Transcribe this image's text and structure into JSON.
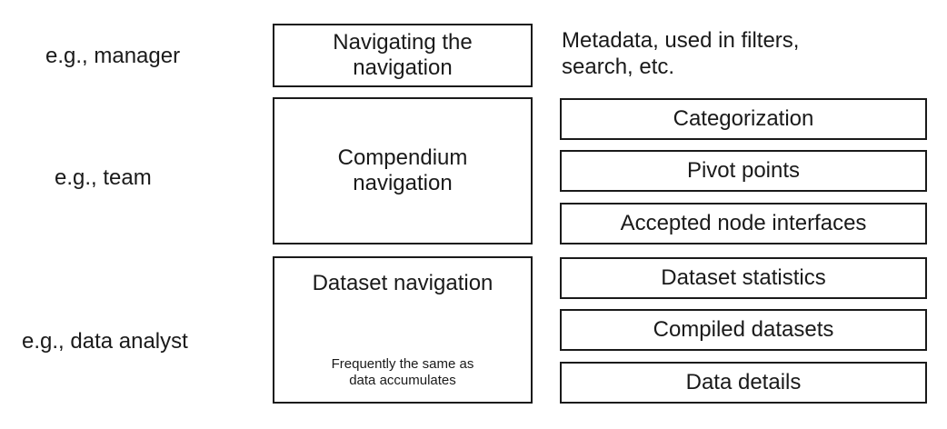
{
  "roles": [
    {
      "label": "e.g., manager"
    },
    {
      "label": "e.g., team"
    },
    {
      "label": "e.g., data analyst"
    }
  ],
  "levels": {
    "top": {
      "label": "Navigating the\nnavigation",
      "metadata": "Metadata, used in filters,\nsearch, etc."
    },
    "middle": {
      "label": "Compendium\nnavigation",
      "items": [
        "Categorization",
        "Pivot points",
        "Accepted node interfaces"
      ]
    },
    "bottom": {
      "label": "Dataset navigation",
      "note": "Frequently the same as\ndata accumulates",
      "items": [
        "Dataset statistics",
        "Compiled datasets",
        "Data details"
      ]
    }
  }
}
